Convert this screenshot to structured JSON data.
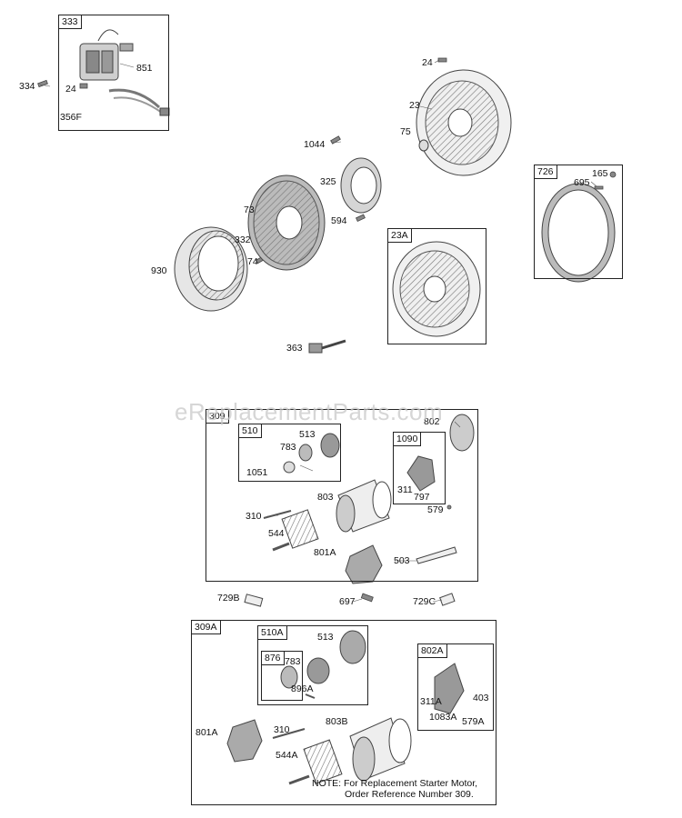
{
  "watermark": "eReplacementParts.com",
  "note": {
    "line1": "NOTE: For Replacement Starter Motor,",
    "line2": "Order Reference Number 309."
  },
  "boxes": {
    "b333": "333",
    "b726": "726",
    "b23A": "23A",
    "b309": "309",
    "b510": "510",
    "b1090": "1090",
    "b309A": "309A",
    "b510A": "510A",
    "b876": "876",
    "b802A": "802A"
  },
  "labels": {
    "p334": "334",
    "p851": "851",
    "p24a": "24",
    "p356F": "356F",
    "p24b": "24",
    "p23": "23",
    "p75": "75",
    "p1044": "1044",
    "p325": "325",
    "p594": "594",
    "p73": "73",
    "p332": "332",
    "p74": "74",
    "p930": "930",
    "p363": "363",
    "p165": "165",
    "p695": "695",
    "p802": "802",
    "p513a": "513",
    "p783a": "783",
    "p1051": "1051",
    "p311a": "311",
    "p797": "797",
    "p579": "579",
    "p803": "803",
    "p310a": "310",
    "p544": "544",
    "p801A": "801A",
    "p503": "503",
    "p729B": "729B",
    "p697": "697",
    "p729C": "729C",
    "p513b": "513",
    "p783b": "783",
    "p896A": "896A",
    "p311A": "311A",
    "p403": "403",
    "p1083A": "1083A",
    "p579A": "579A",
    "p801Ab": "801A",
    "p310b": "310",
    "p803B": "803B",
    "p544A": "544A"
  },
  "colors": {
    "ink": "#222222",
    "part": "#6a6a6a",
    "fill": "#d9d9d9",
    "dark": "#4a4a4a"
  }
}
